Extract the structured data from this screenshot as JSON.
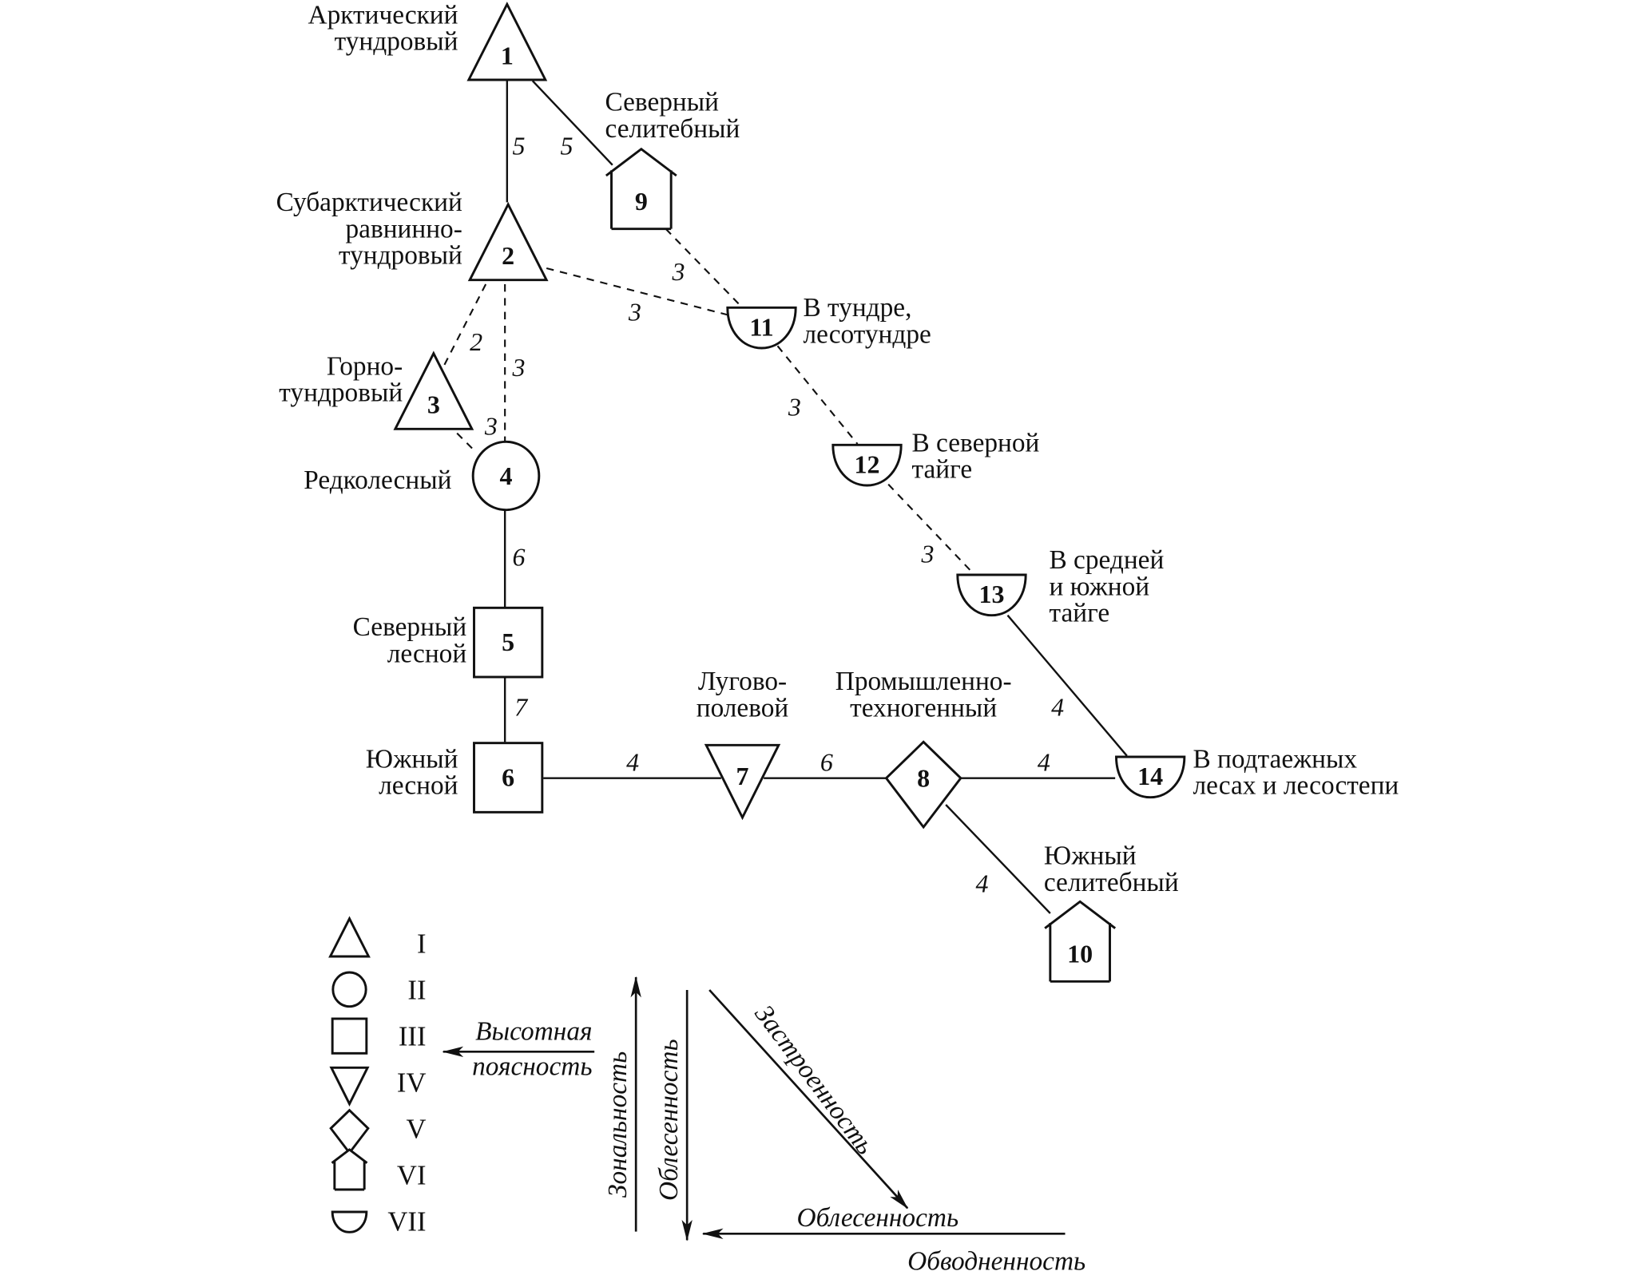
{
  "diagram": {
    "type": "landscape-type-graph",
    "nodes": [
      {
        "id": "1",
        "number": "1",
        "class": "I",
        "shape": "triangle",
        "label_lines": [
          "Арктический",
          "тундровый"
        ]
      },
      {
        "id": "2",
        "number": "2",
        "class": "I",
        "shape": "triangle",
        "label_lines": [
          "Субарктический",
          "равнинно-",
          "тундровый"
        ]
      },
      {
        "id": "3",
        "number": "3",
        "class": "I",
        "shape": "triangle",
        "label_lines": [
          "Горно-",
          "тундровый"
        ]
      },
      {
        "id": "4",
        "number": "4",
        "class": "II",
        "shape": "circle",
        "label_lines": [
          "Редколесный"
        ]
      },
      {
        "id": "5",
        "number": "5",
        "class": "III",
        "shape": "square",
        "label_lines": [
          "Северный",
          "лесной"
        ]
      },
      {
        "id": "6",
        "number": "6",
        "class": "III",
        "shape": "square",
        "label_lines": [
          "Южный",
          "лесной"
        ]
      },
      {
        "id": "7",
        "number": "7",
        "class": "IV",
        "shape": "inverted-triangle",
        "label_lines": [
          "Лугово-",
          "полевой"
        ]
      },
      {
        "id": "8",
        "number": "8",
        "class": "V",
        "shape": "diamond",
        "label_lines": [
          "Промышленно-",
          "техногенный"
        ]
      },
      {
        "id": "9",
        "number": "9",
        "class": "VI",
        "shape": "house",
        "label_lines": [
          "Северный",
          "селитебный"
        ]
      },
      {
        "id": "10",
        "number": "10",
        "class": "VI",
        "shape": "house",
        "label_lines": [
          "Южный",
          "селитебный"
        ]
      },
      {
        "id": "11",
        "number": "11",
        "class": "VII",
        "shape": "half-circle",
        "label_lines": [
          "В тундре,",
          "лесотундре"
        ]
      },
      {
        "id": "12",
        "number": "12",
        "class": "VII",
        "shape": "half-circle",
        "label_lines": [
          "В северной",
          "тайге"
        ]
      },
      {
        "id": "13",
        "number": "13",
        "class": "VII",
        "shape": "half-circle",
        "label_lines": [
          "В средней",
          "и южной",
          "тайге"
        ]
      },
      {
        "id": "14",
        "number": "14",
        "class": "VII",
        "shape": "half-circle",
        "label_lines": [
          "В подтаежных",
          "лесах и лесостепи"
        ]
      }
    ],
    "edges": [
      {
        "from": "1",
        "to": "2",
        "weight": "5",
        "style": "solid"
      },
      {
        "from": "1",
        "to": "9",
        "weight": "5",
        "style": "solid"
      },
      {
        "from": "9",
        "to": "11",
        "weight": "3",
        "style": "dashed"
      },
      {
        "from": "2",
        "to": "11",
        "weight": "3",
        "style": "dashed"
      },
      {
        "from": "2",
        "to": "3",
        "weight": "2",
        "style": "dashed"
      },
      {
        "from": "2",
        "to": "4",
        "weight": "3",
        "style": "dashed"
      },
      {
        "from": "3",
        "to": "4",
        "weight": "3",
        "style": "dashed"
      },
      {
        "from": "11",
        "to": "12",
        "weight": "3",
        "style": "dashed"
      },
      {
        "from": "12",
        "to": "13",
        "weight": "3",
        "style": "dashed"
      },
      {
        "from": "4",
        "to": "5",
        "weight": "6",
        "style": "solid"
      },
      {
        "from": "5",
        "to": "6",
        "weight": "7",
        "style": "solid"
      },
      {
        "from": "6",
        "to": "7",
        "weight": "4",
        "style": "solid"
      },
      {
        "from": "7",
        "to": "8",
        "weight": "6",
        "style": "solid"
      },
      {
        "from": "8",
        "to": "14",
        "weight": "4",
        "style": "solid"
      },
      {
        "from": "13",
        "to": "14",
        "weight": "4",
        "style": "solid"
      },
      {
        "from": "8",
        "to": "10",
        "weight": "4",
        "style": "solid"
      }
    ],
    "legend": [
      {
        "shape": "triangle",
        "class": "I"
      },
      {
        "shape": "circle",
        "class": "II"
      },
      {
        "shape": "square",
        "class": "III"
      },
      {
        "shape": "inverted-triangle",
        "class": "IV"
      },
      {
        "shape": "diamond",
        "class": "V"
      },
      {
        "shape": "house",
        "class": "VI"
      },
      {
        "shape": "half-circle",
        "class": "VII"
      }
    ],
    "axes": {
      "altitudinal": "Высотная поясность",
      "altitudinal_lines": [
        "Высотная",
        "поясность"
      ],
      "zonality": "Зональность",
      "forest_cover_vertical": "Облесенность",
      "built_up": "Застроенность",
      "forest_cover_horizontal": "Облесенность",
      "water_cover": "Обводненность"
    }
  }
}
